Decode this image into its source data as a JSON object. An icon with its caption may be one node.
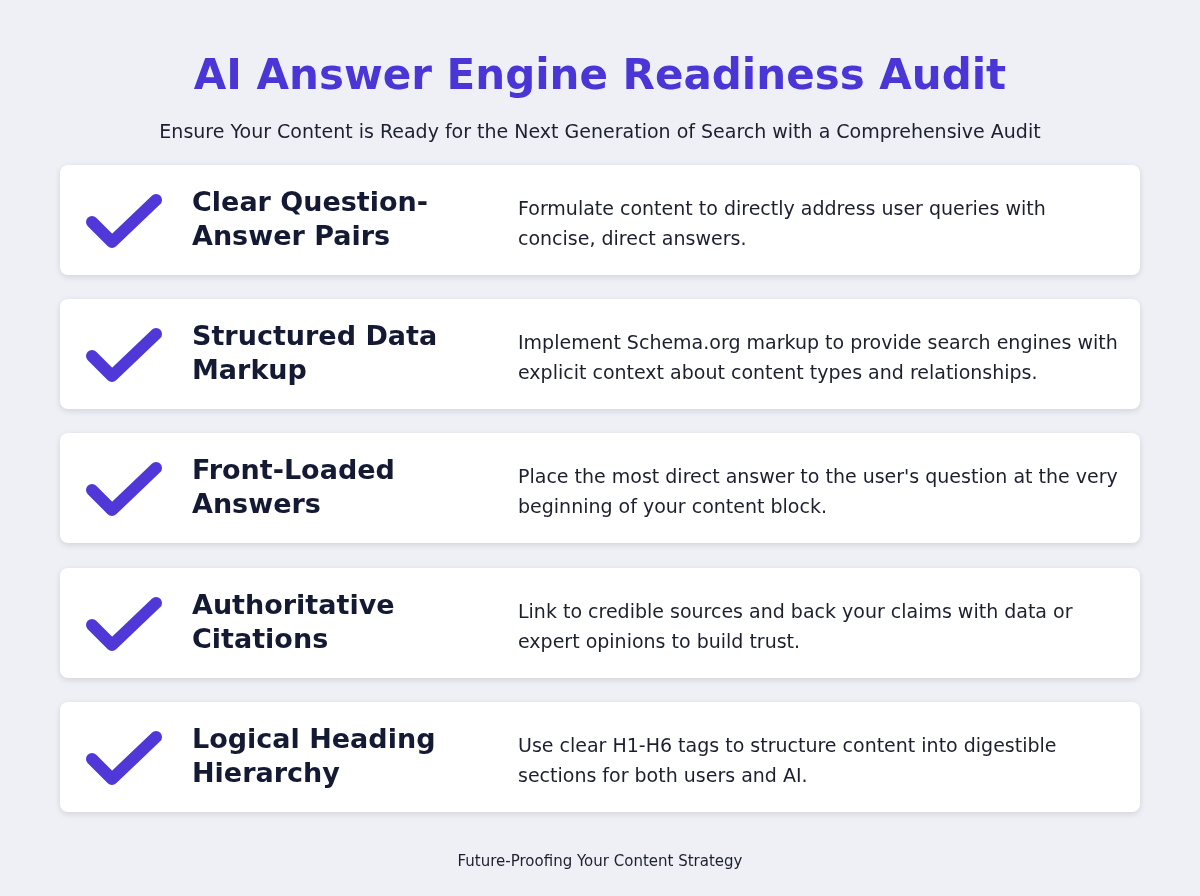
{
  "diagram": {
    "title": "AI Answer Engine Readiness Audit",
    "nodes": [
      {
        "text": [
          "Clear Question-Answer Pairs",
          "Formulate content to directly address user queries with concise, direct answers."
        ]
      },
      {
        "text": [
          "Structured Data Markup",
          "Implement Schema.org markup to provide search engines with explicit context about content types and relationships."
        ]
      },
      {
        "text": [
          "Front-Loaded Answers",
          "Place the most direct answer to the user's question at the very beginning of your content block."
        ]
      },
      {
        "text": [
          "Authoritative Citations",
          "Link to credible sources and back your claims with data or expert opinions to build trust."
        ]
      },
      {
        "text": [
          "Logical Heading Hierarchy",
          "Use clear H1-H6 tags to structure content into digestible sections for both users and AI."
        ]
      }
    ],
    "labels": [
      "Ensure Your Content is Ready for the Next Generation of Search with a Comprehensive Audit",
      "Future-Proofing Your Content Strategy"
    ]
  }
}
